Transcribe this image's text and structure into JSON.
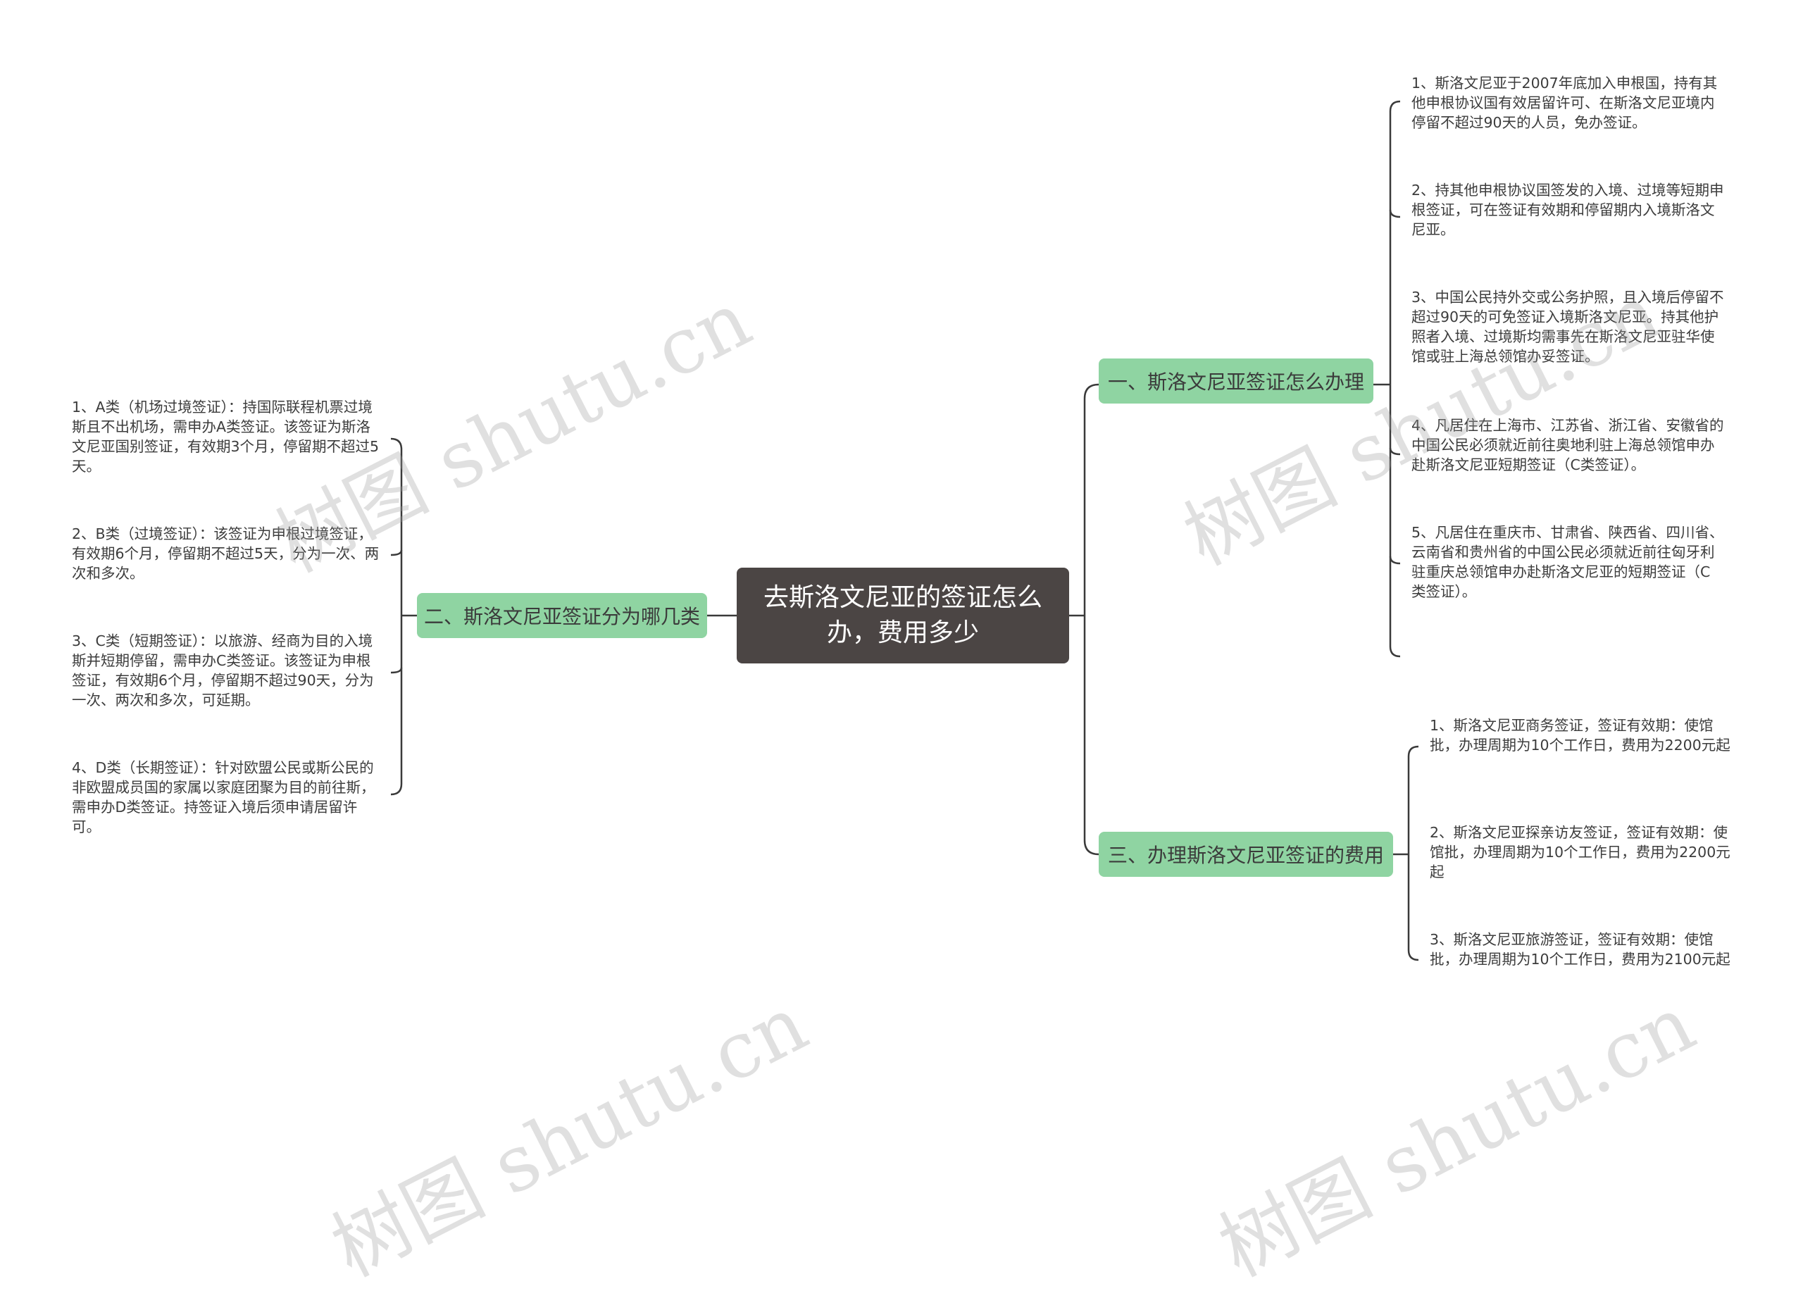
{
  "root": {
    "title": "去斯洛文尼亚的签证怎么办，费用多少"
  },
  "branches": {
    "b1": {
      "label": "一、斯洛文尼亚签证怎么办理"
    },
    "b2": {
      "label": "二、斯洛文尼亚签证分为哪几类"
    },
    "b3": {
      "label": "三、办理斯洛文尼亚签证的费用"
    }
  },
  "leaves": {
    "b1": [
      "1、斯洛文尼亚于2007年底加入申根国，持有其他申根协议国有效居留许可、在斯洛文尼亚境内停留不超过90天的人员，免办签证。",
      "2、持其他申根协议国签发的入境、过境等短期申根签证，可在签证有效期和停留期内入境斯洛文尼亚。",
      "3、中国公民持外交或公务护照，且入境后停留不超过90天的可免签证入境斯洛文尼亚。持其他护照者入境、过境斯均需事先在斯洛文尼亚驻华使馆或驻上海总领馆办妥签证。",
      "4、凡居住在上海市、江苏省、浙江省、安徽省的中国公民必须就近前往奥地利驻上海总领馆申办赴斯洛文尼亚短期签证（C类签证）。",
      "5、凡居住在重庆市、甘肃省、陕西省、四川省、云南省和贵州省的中国公民必须就近前往匈牙利驻重庆总领馆申办赴斯洛文尼亚的短期签证（C类签证）。"
    ],
    "b2": [
      "1、A类（机场过境签证）：持国际联程机票过境斯且不出机场，需申办A类签证。该签证为斯洛文尼亚国别签证，有效期3个月，停留期不超过5天。",
      "2、B类（过境签证）：该签证为申根过境签证，有效期6个月，停留期不超过5天，分为一次、两次和多次。",
      "3、C类（短期签证）：以旅游、经商为目的入境斯并短期停留，需申办C类签证。该签证为申根签证，有效期6个月，停留期不超过90天，分为一次、两次和多次，可延期。",
      "4、D类（长期签证）：针对欧盟公民或斯公民的非欧盟成员国的家属以家庭团聚为目的前往斯，需申办D类签证。持签证入境后须申请居留许可。"
    ],
    "b3": [
      "1、斯洛文尼亚商务签证，签证有效期：使馆批，办理周期为10个工作日，费用为2200元起",
      "2、斯洛文尼亚探亲访友签证，签证有效期：使馆批，办理周期为10个工作日，费用为2200元起",
      "3、斯洛文尼亚旅游签证，签证有效期：使馆批，办理周期为10个工作日，费用为2100元起"
    ]
  },
  "watermark": "树图 shutu.cn",
  "colors": {
    "root_bg": "#4b4544",
    "branch_bg": "#8fd4a2",
    "line": "#3a3a3a"
  }
}
